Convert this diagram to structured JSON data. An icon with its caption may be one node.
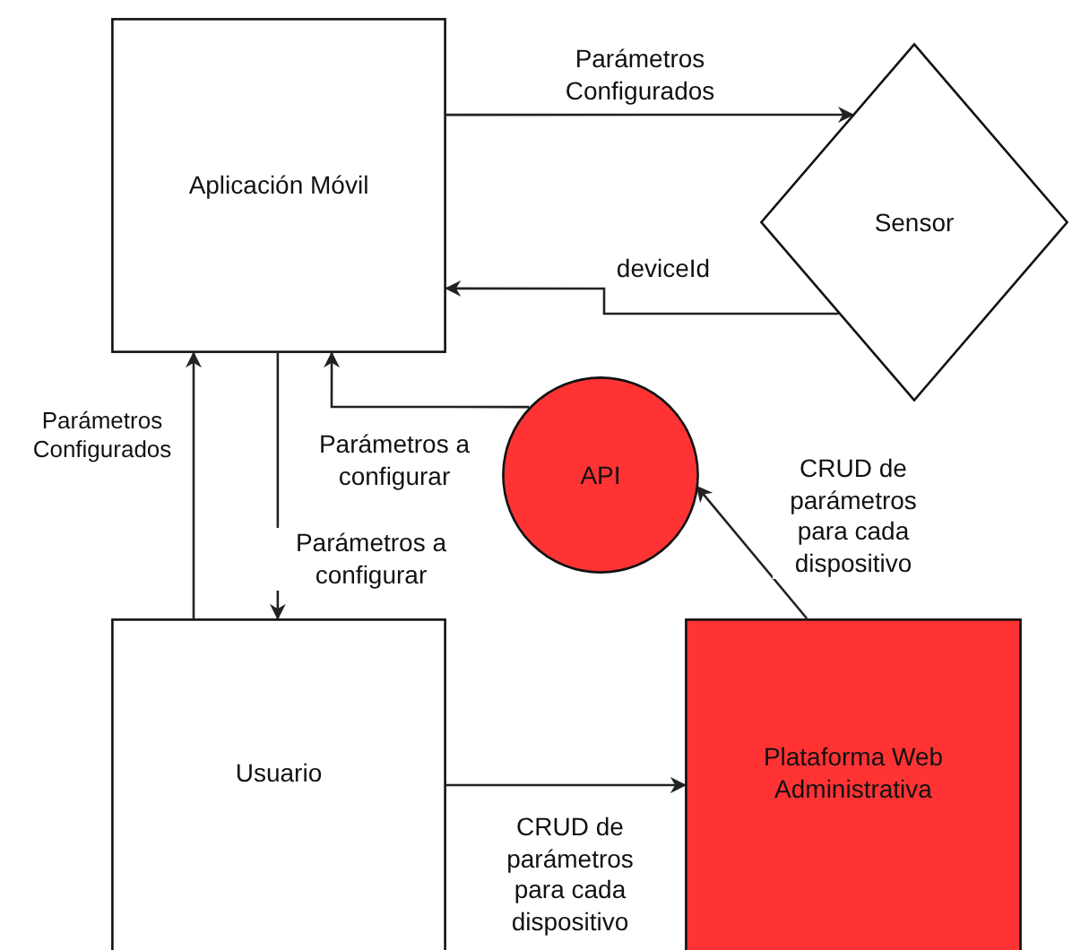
{
  "diagram": {
    "nodes": [
      {
        "text": [
          "Aplicación Móvil"
        ]
      },
      {
        "text": [
          "Sensor"
        ]
      },
      {
        "text": [
          "API"
        ]
      },
      {
        "text": [
          "Usuario"
        ]
      },
      {
        "text": [
          "Plataforma Web Administrativa"
        ]
      }
    ],
    "edges": [
      {
        "from": 0,
        "to": 1,
        "arrow": "to",
        "label": "Parámetros Configurados"
      },
      {
        "from": 1,
        "to": 0,
        "arrow": "to",
        "label": "deviceId"
      },
      {
        "from": 2,
        "to": 0,
        "arrow": "to",
        "label": "Parámetros a configurar"
      },
      {
        "from": 3,
        "to": 0,
        "arrow": "to",
        "label": "Parámetros Configurados"
      },
      {
        "from": 0,
        "to": 3,
        "arrow": "to",
        "label": "Parámetros a configurar"
      },
      {
        "from": 3,
        "to": 4,
        "arrow": "to",
        "label": "CRUD de parámetros para cada dispositivo"
      },
      {
        "from": 4,
        "to": 2,
        "arrow": "to",
        "label": "CRUD de parámetros para cada dispositivo"
      }
    ]
  }
}
